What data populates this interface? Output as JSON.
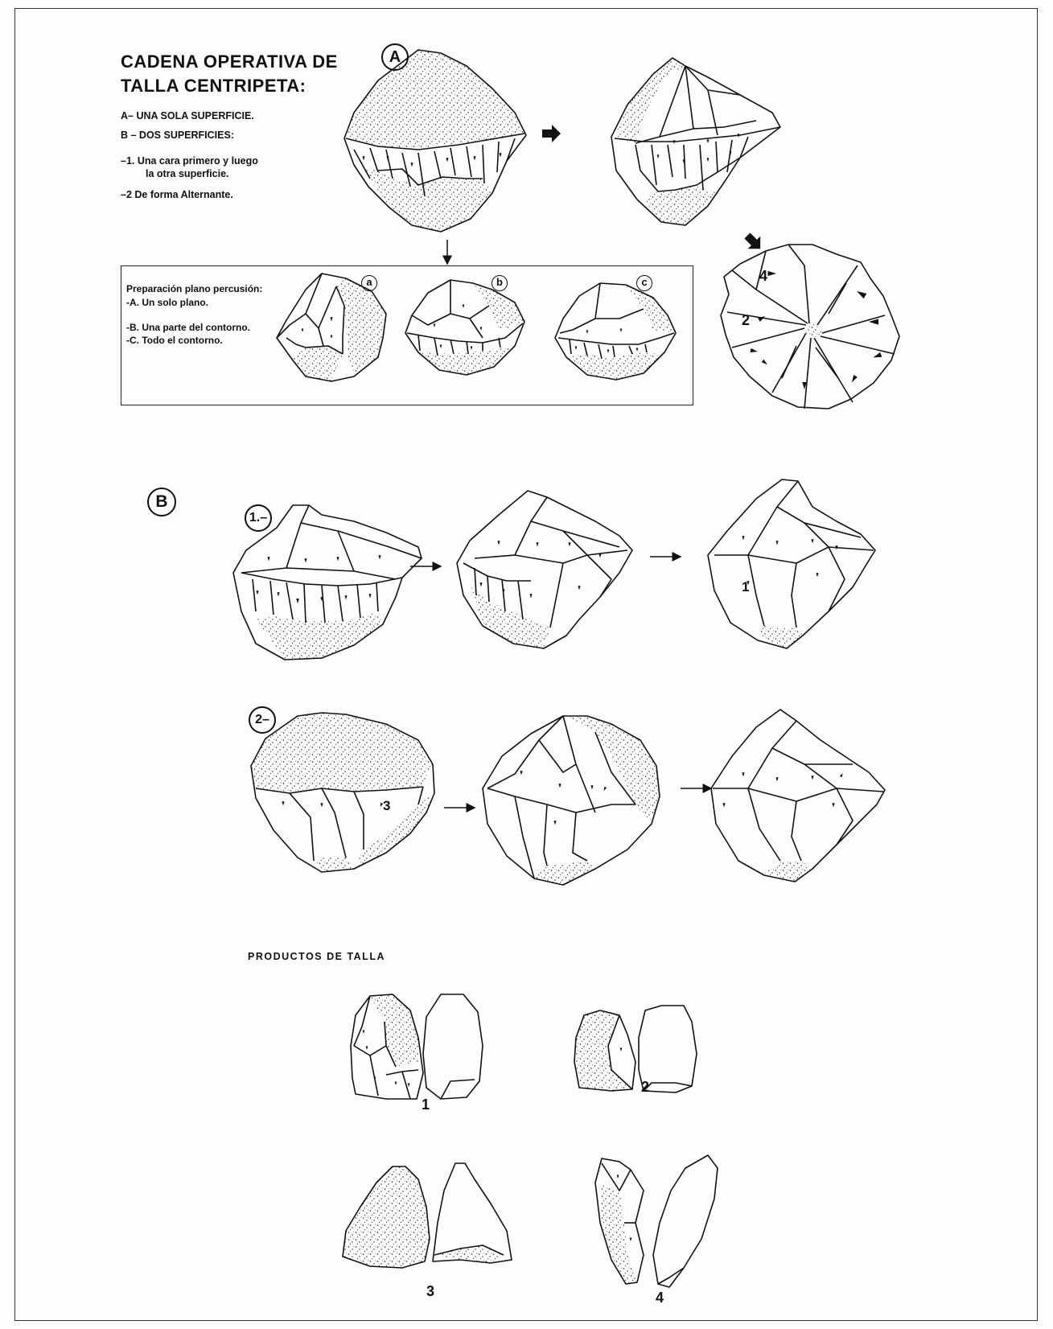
{
  "title": {
    "line1": "CADENA OPERATIVA DE",
    "line2": "TALLA CENTRIPETA:"
  },
  "legend": {
    "a": "A– UNA SOLA SUPERFICIE.",
    "b": "B – DOS SUPERFICIES:",
    "b1_line1": "–1. Una cara primero y luego",
    "b1_line2": "la otra superficie.",
    "b2": "–2 De forma Alternante."
  },
  "section_labels": {
    "A": "A",
    "B": "B"
  },
  "prep": {
    "title": "Preparación plano percusión:",
    "item_a": "-A. Un solo plano.",
    "item_b": "-B. Una parte del contorno.",
    "item_c": "-C. Todo el contorno.",
    "fig_a": "a",
    "fig_b": "b",
    "fig_c": "c"
  },
  "disc_marks": {
    "m4": "4",
    "m2": "2"
  },
  "sequence_labels": {
    "s1": "1.–",
    "s2": "2–"
  },
  "core_marks": {
    "m1": "1",
    "m3": "3"
  },
  "products": {
    "heading": "PRODUCTOS DE TALLA",
    "p1": "1",
    "p2": "2",
    "p3": "3",
    "p4": "4"
  },
  "colors": {
    "ink": "#111111",
    "paper": "#fdfdfb"
  },
  "icons": [
    "arrow-right-icon",
    "arrow-down-icon",
    "stone-core-drawing",
    "flake-drawing"
  ]
}
